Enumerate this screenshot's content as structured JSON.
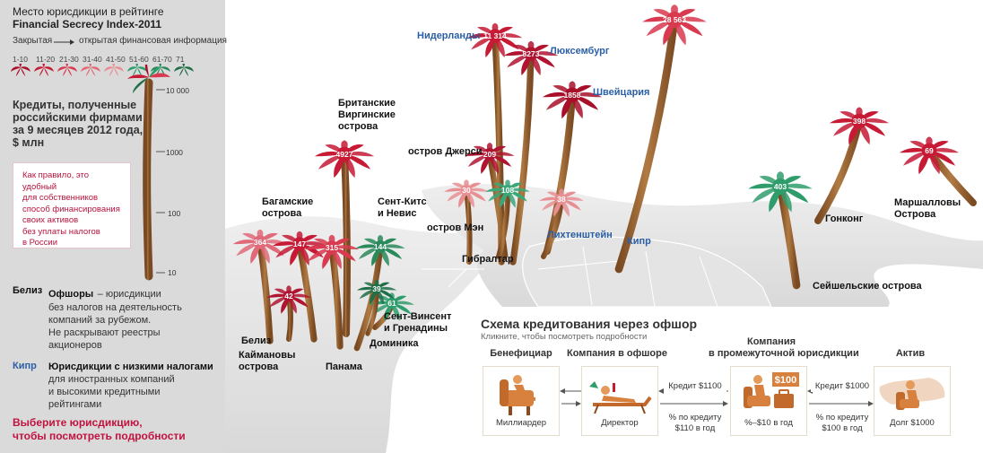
{
  "title": [
    "Место юрисдикции в рейтинге",
    "Financial Secrecy Index-2011"
  ],
  "scale": {
    "closed_label": "Закрытая",
    "open_label": "открытая финансовая информация",
    "ranges": [
      "1-10",
      "11-20",
      "21-30",
      "31-40",
      "41-50",
      "51-60",
      "61-70",
      "71"
    ],
    "colors": [
      "#a8102a",
      "#c61a35",
      "#d83a4f",
      "#e06a78",
      "#e88f93",
      "#2f9c6c",
      "#2a8a5c",
      "#1f6f49"
    ],
    "ticks": [
      "10 000",
      "1000",
      "100",
      "10"
    ]
  },
  "credits_text": [
    "Кредиты, полученные",
    "российскими фирмами",
    "за 9 месяцев 2012 года,",
    "$ млн"
  ],
  "note_lines": [
    "Как правило, это удобный",
    "для собственников",
    "способ финансирования",
    "своих активов",
    "без уплаты налогов",
    "в России"
  ],
  "legend": {
    "offshore_example": "Белиз",
    "offshore_term": "Офшоры",
    "offshore_desc": [
      "– юрисдикции",
      "без налогов на деятельность",
      "компаний за рубежом.",
      "Не раскрывают реестры",
      "акционеров"
    ],
    "lowtax_example": "Кипр",
    "lowtax_desc": [
      "Юрисдикции с низкими налогами",
      "для иностранных компаний",
      "и высокими кредитными",
      "рейтингами"
    ]
  },
  "cta": [
    "Выберите юрисдикцию,",
    "чтобы посмотреть подробности"
  ],
  "jurisdictions": [
    {
      "name": "Нидерланды",
      "value": "11 314",
      "color": "#c61a35",
      "blue": true
    },
    {
      "name": "Люксембург",
      "value": "8273",
      "color": "#b01430",
      "blue": true
    },
    {
      "name": "Швейцария",
      "value": "1858",
      "color": "#a8102a",
      "blue": true
    },
    {
      "name": "Кипр",
      "value": "28 563",
      "color": "#d83a4f",
      "blue": true
    },
    {
      "name": "Британские Виргинские острова",
      "value": "4927",
      "color": "#c61a35",
      "blue": false
    },
    {
      "name": "остров Джерси",
      "value": "209",
      "color": "#b01430",
      "blue": false
    },
    {
      "name": "остров Мэн",
      "value": "30",
      "color": "#e88f93",
      "blue": false
    },
    {
      "name": "Гибралтар",
      "value": "108",
      "color": "#3aa779",
      "blue": false
    },
    {
      "name": "Лихтенштейн",
      "value": "38",
      "color": "#e88f93",
      "blue": true
    },
    {
      "name": "Багамские острова",
      "value": "364",
      "color": "#e06a78",
      "blue": false
    },
    {
      "name": "Каймановы острова",
      "value": "147",
      "color": "#c61a35",
      "blue": false
    },
    {
      "name": "Панама",
      "value": "315",
      "color": "#d83a4f",
      "blue": false
    },
    {
      "name": "Сент-Китс и Невис",
      "value": "144",
      "color": "#2a8a5c",
      "blue": false
    },
    {
      "name": "Сент-Винсент и Гренадины",
      "value": "61",
      "color": "#2f9c6c",
      "blue": false
    },
    {
      "name": "Доминика",
      "value": "39",
      "color": "#1f6f49",
      "blue": false
    },
    {
      "name": "Белиз",
      "value": "42",
      "color": "#b01430",
      "blue": false
    },
    {
      "name": "Гонконг",
      "value": "398",
      "color": "#c61a35",
      "blue": false
    },
    {
      "name": "Сейшельские острова",
      "value": "403",
      "color": "#2f9c6c",
      "blue": false
    },
    {
      "name": "Маршалловы Острова",
      "value": "69",
      "color": "#c61a35",
      "blue": false
    }
  ],
  "scheme": {
    "title": "Схема кредитования через офшор",
    "subtitle": "Кликните, чтобы посмотреть подробности",
    "nodes": [
      {
        "header": "Бенефициар",
        "caption": "Миллиардер"
      },
      {
        "header": "Компания в офшоре",
        "caption": "Директор"
      },
      {
        "header": "Компания в промежуточной юрисдикции",
        "caption": "%–$10 в год"
      },
      {
        "header": "Актив",
        "caption": "Долг $1000"
      }
    ],
    "money_tag": "$100",
    "flows": [
      {
        "top": "Кредит $1100",
        "bottom": "% по кредиту\n$110 в год"
      },
      {
        "top": "Кредит $1000",
        "bottom": "% по кредиту\n$100 в год"
      }
    ]
  }
}
